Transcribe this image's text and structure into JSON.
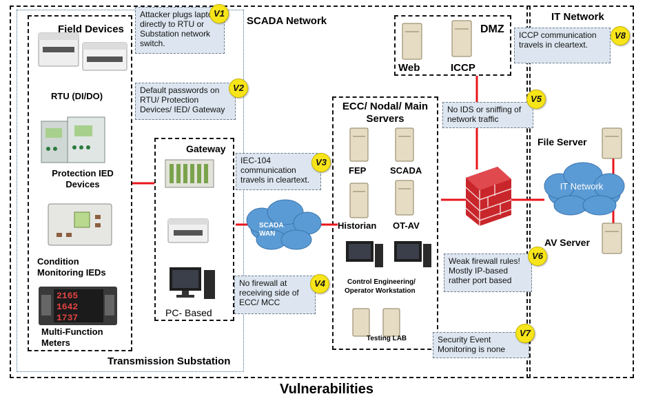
{
  "title": "Vulnerabilities",
  "zones": {
    "scada_network": "SCADA Network",
    "transmission_substation": "Transmission Substation",
    "field_devices": "Field Devices",
    "gateway": "Gateway",
    "ecc": "ECC/ Nodal/ Main Servers",
    "dmz": "DMZ",
    "it_network": "IT Network"
  },
  "devices": {
    "rtu": "RTU (DI/DO)",
    "protection_ied": "Protection IED Devices",
    "condition_monitoring": "Condition Monitoring IEDs",
    "mfm": "Multi-Function Meters",
    "pc_based": "PC- Based",
    "scada_wan": "SCADA WAN",
    "fep": "FEP",
    "scada": "SCADA",
    "historian": "Historian",
    "otav": "OT-AV",
    "control_eng": "Control Engineering/",
    "operator_ws": "Operator Workstation",
    "testing_lab": "Testing LAB",
    "web": "Web",
    "iccp": "ICCP",
    "file_server": "File Server",
    "av_server": "AV Server",
    "it_cloud": "IT Network"
  },
  "vulnerabilities": [
    {
      "id": "V1",
      "text": "Attacker plugs laptop directly to RTU or Substation network switch."
    },
    {
      "id": "V2",
      "text": "Default passwords on RTU/ Protection Devices/ IED/ Gateway"
    },
    {
      "id": "V3",
      "text": "IEC-104 communication travels in cleartext."
    },
    {
      "id": "V4",
      "text": "No firewall at receiving side of ECC/ MCC"
    },
    {
      "id": "V5",
      "text": "No IDS or sniffing of network traffic"
    },
    {
      "id": "V6",
      "text": "Weak firewall rules! Mostly IP-based rather port based"
    },
    {
      "id": "V7",
      "text": "Security Event Monitoring is none"
    },
    {
      "id": "V8",
      "text": "ICCP communication travels in cleartext."
    }
  ],
  "colors": {
    "link": "#e8151b",
    "badge": "#f7e51a",
    "note_bg": "#dde6f0",
    "cloud": "#5b9bd5"
  }
}
